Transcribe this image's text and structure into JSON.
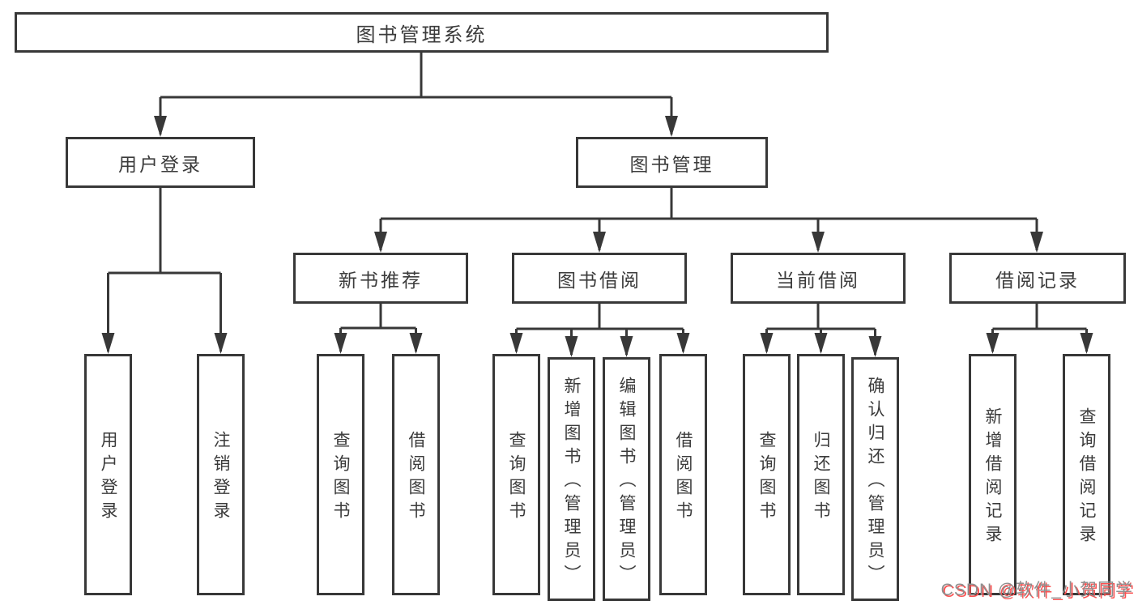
{
  "tree": {
    "label": "图书管理系统",
    "children": [
      {
        "label": "用户登录",
        "children": [
          {
            "label": "用户登录"
          },
          {
            "label": "注销登录"
          }
        ]
      },
      {
        "label": "图书管理",
        "children": [
          {
            "label": "新书推荐",
            "children": [
              {
                "label": "查询图书"
              },
              {
                "label": "借阅图书"
              }
            ]
          },
          {
            "label": "图书借阅",
            "children": [
              {
                "label": "查询图书"
              },
              {
                "label": "新增图书（管理员）"
              },
              {
                "label": "编辑图书（管理员）"
              },
              {
                "label": "借阅图书"
              }
            ]
          },
          {
            "label": "当前借阅",
            "children": [
              {
                "label": "查询图书"
              },
              {
                "label": "归还图书"
              },
              {
                "label": "确认归还（管理员）"
              }
            ]
          },
          {
            "label": "借阅记录",
            "children": [
              {
                "label": "新增借阅记录"
              },
              {
                "label": "查询借阅记录"
              }
            ]
          }
        ]
      }
    ]
  },
  "watermark": {
    "text": "CSDN @软件_小贺同学"
  },
  "colors": {
    "line": "#383838",
    "text": "#3b3b3b",
    "watermark_gray": "#8f8f8f",
    "watermark_red": "#fa5151",
    "background": "#ffffff"
  }
}
